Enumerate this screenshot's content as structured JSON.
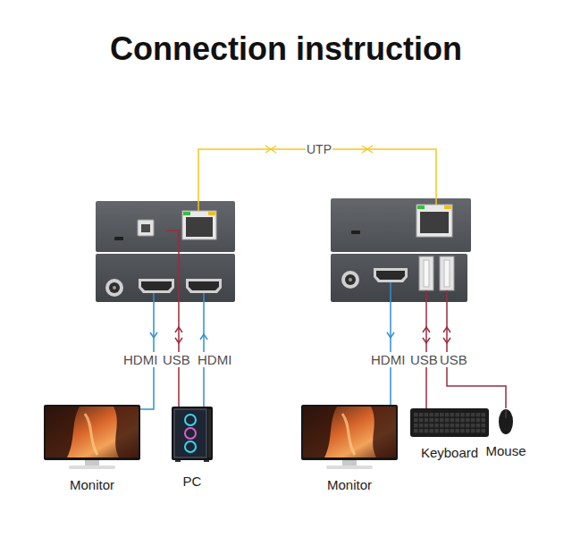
{
  "diagram": {
    "title": "Connection instruction",
    "nodes": [
      {
        "text": [
          "Monitor"
        ]
      },
      {
        "text": [
          "PC"
        ]
      },
      {
        "text": [
          "Monitor"
        ]
      },
      {
        "text": [
          "Keyboard"
        ]
      },
      {
        "text": [
          "Mouse"
        ]
      }
    ],
    "labels": [
      "UTP",
      "HDMI",
      "USB",
      "HDMI",
      "HDMI",
      "USB",
      "USB"
    ]
  }
}
